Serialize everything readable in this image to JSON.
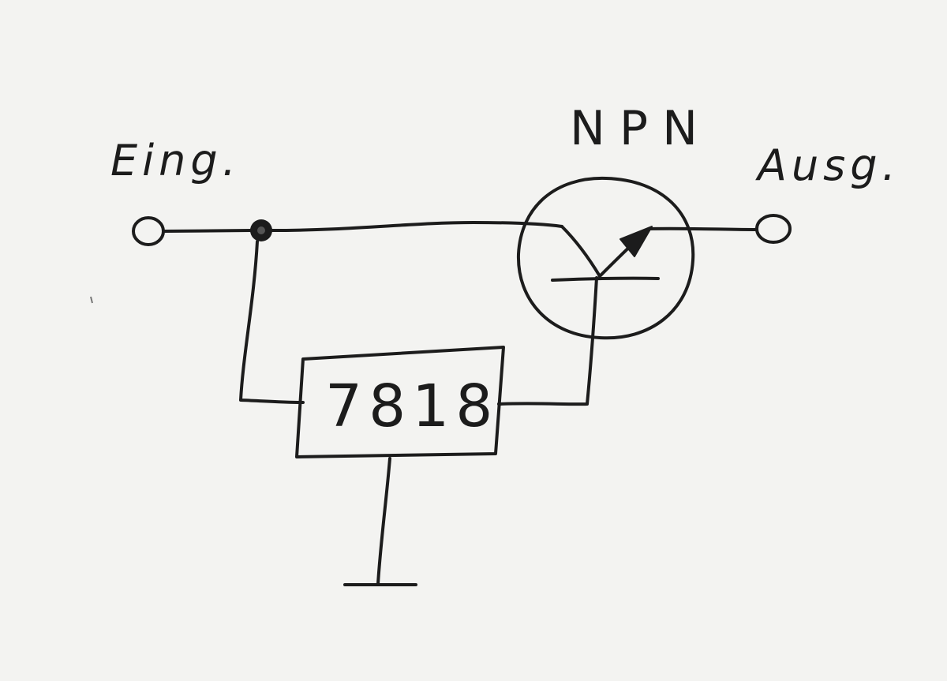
{
  "labels": {
    "input": "Eing.",
    "output": "Ausg.",
    "transistor": "NPN",
    "regulator": "7818"
  },
  "colors": {
    "paper": "#f3f3f1",
    "ink": "#1c1c1c"
  }
}
